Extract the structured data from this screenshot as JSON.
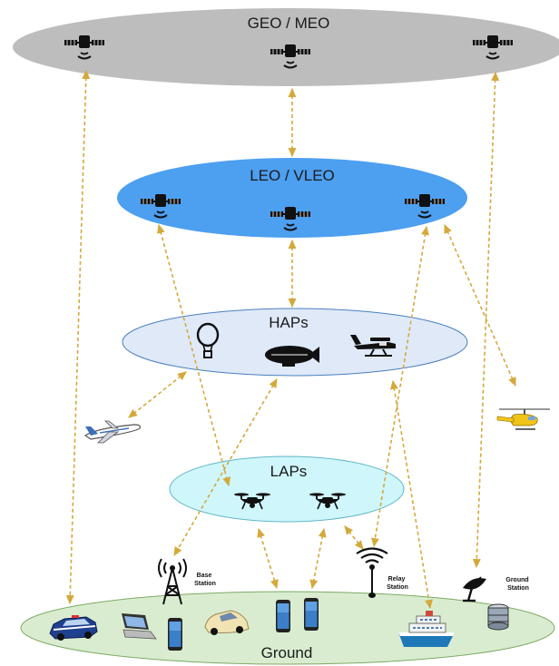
{
  "layers": {
    "geo": "GEO / MEO",
    "leo": "LEO / VLEO",
    "haps": "HAPs",
    "laps": "LAPs",
    "ground": "Ground"
  },
  "ground_nodes": {
    "base_station": [
      "Base",
      "Station"
    ],
    "relay_station": [
      "Relay",
      "Station"
    ],
    "ground_station": [
      "Ground",
      "Station"
    ]
  },
  "colors": {
    "geo_fill": "#bdbdbd",
    "leo_fill": "#4d9ff0",
    "haps_fill": "#dfe9f8",
    "laps_fill": "#cff6fb",
    "ground_fill": "#d9ecd0",
    "link": "#d4a93c"
  },
  "icons": [
    "satellite-icon",
    "balloon-icon",
    "airship-icon",
    "small-plane-icon",
    "airplane-icon",
    "helicopter-icon",
    "drone-icon",
    "cell-tower-icon",
    "relay-antenna-icon",
    "dish-antenna-icon",
    "server-icon",
    "police-car-icon",
    "laptop-icon",
    "smartphone-icon",
    "car-icon",
    "ship-icon"
  ]
}
